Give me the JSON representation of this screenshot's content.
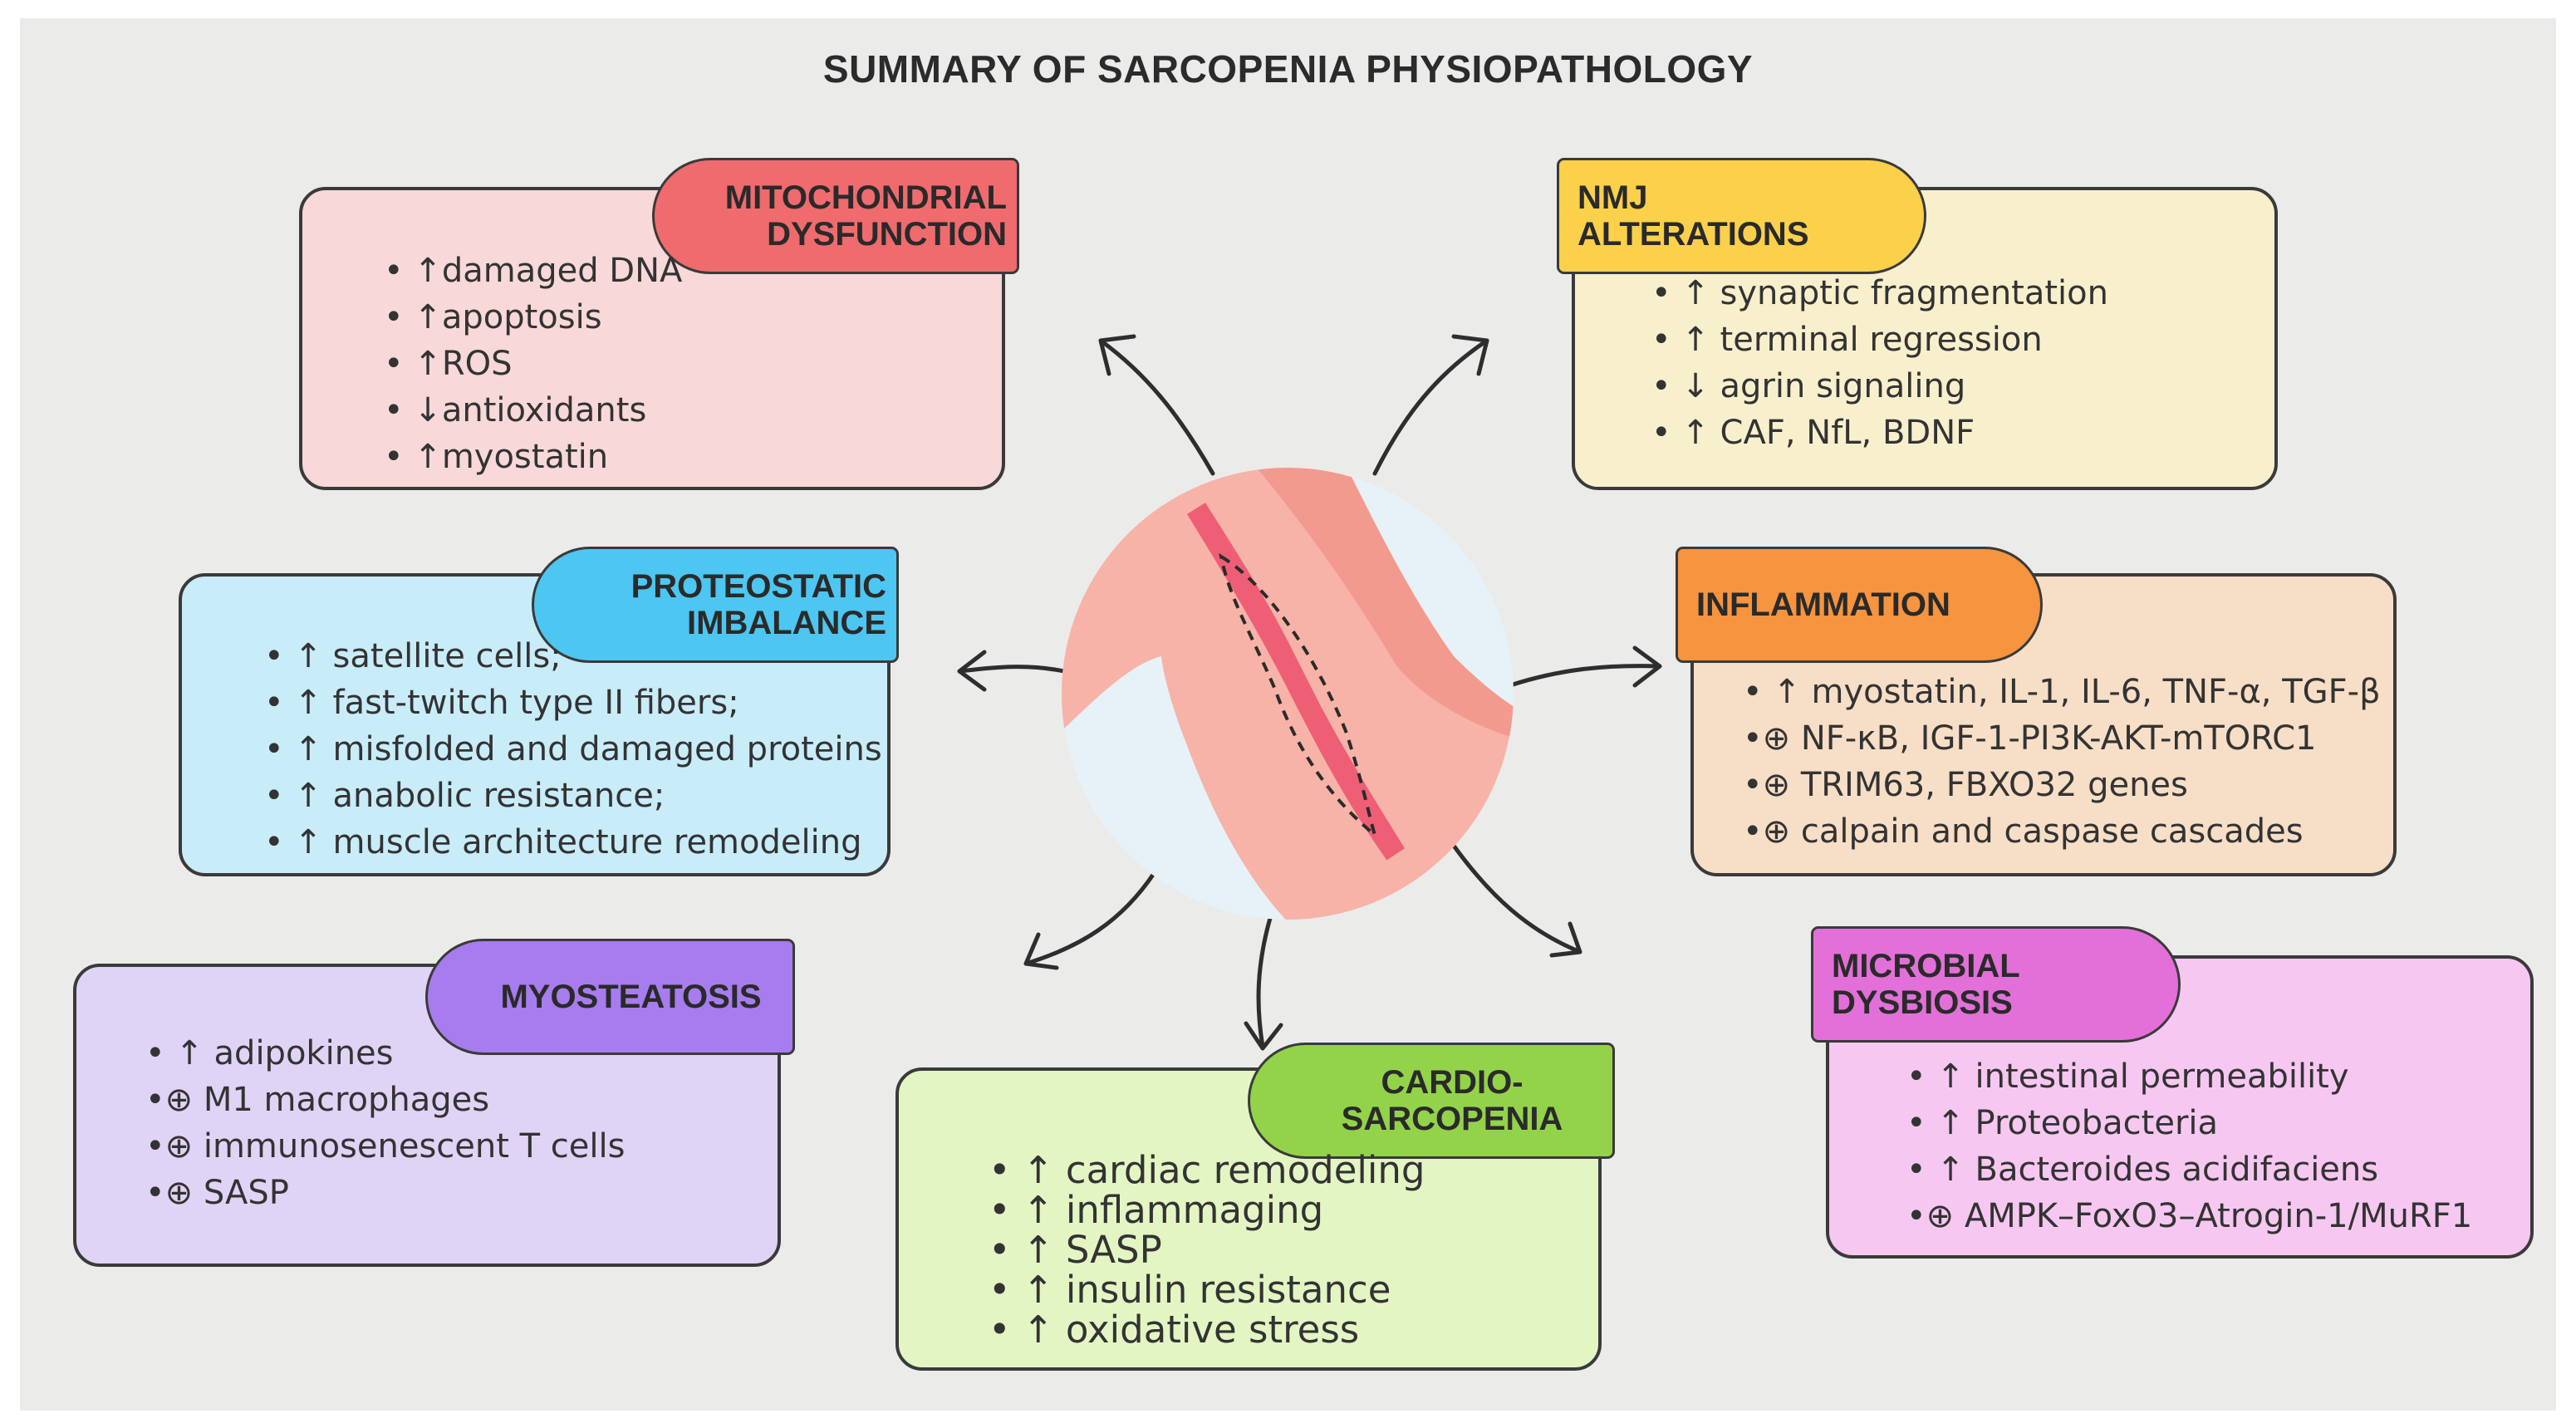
{
  "title": "SUMMARY OF SARCOPENIA PHYSIOPATHOLOGY",
  "colors": {
    "mito_tag": "#ef6b6e",
    "mito_box": "#f8d8d8",
    "prot_tag": "#4dc6f1",
    "prot_box": "#c9ecf9",
    "myo_tag": "#a77cee",
    "myo_box": "#e0d4f6",
    "cardio_tag": "#93d34a",
    "cardio_box": "#e4f5c4",
    "nmj_tag": "#fbd04b",
    "nmj_box": "#f8f0cd",
    "infl_tag": "#f7943f",
    "infl_box": "#f7dec6",
    "micro_tag": "#e270d8",
    "micro_box": "#f6c8f1"
  },
  "mitochondrial": {
    "label": "MITOCHONDRIAL\nDYSFUNCTION",
    "items": [
      "• ↑damaged DNA",
      "• ↑apoptosis",
      "• ↑ROS",
      "• ↓antioxidants",
      "• ↑myostatin"
    ]
  },
  "proteostatic": {
    "label": "PROTEOSTATIC\nIMBALANCE",
    "items": [
      "• ↑ satellite cells;",
      "• ↑ fast-twitch type II fibers;",
      "• ↑ misfolded and damaged proteins",
      "• ↑ anabolic resistance;",
      "• ↑ muscle architecture remodeling"
    ]
  },
  "myosteatosis": {
    "label": "MYOSTEATOSIS",
    "items": [
      "• ↑  adipokines",
      "•⊕ M1 macrophages",
      "•⊕ immunosenescent T cells",
      "•⊕ SASP"
    ]
  },
  "cardio": {
    "label": "CARDIO-\nSARCOPENIA",
    "items": [
      "• ↑ cardiac remodeling",
      "• ↑ inflammaging",
      "• ↑ SASP",
      "• ↑ insulin resistance",
      "• ↑ oxidative stress"
    ]
  },
  "nmj": {
    "label": "NMJ\nALTERATIONS",
    "items": [
      "• ↑ synaptic fragmentation",
      "• ↑ terminal regression",
      "• ↓ agrin signaling",
      "• ↑ CAF, NfL, BDNF"
    ]
  },
  "inflammation": {
    "label": "INFLAMMATION",
    "items": [
      "• ↑  myostatin, IL-1, IL-6, TNF-α, TGF-β",
      "•⊕ NF-κB, IGF-1-PI3K-AKT-mTORC1",
      "•⊕ TRIM63, FBXO32 genes",
      "•⊕ calpain and caspase cascades"
    ]
  },
  "microbial": {
    "label": "MICROBIAL\nDYSBIOSIS",
    "items": [
      "• ↑  intestinal permeability",
      "• ↑  Proteobacteria",
      "• ↑  Bacteroides acidifaciens",
      "•⊕ AMPK–FoxO3–Atrogin-1/MuRF1"
    ]
  }
}
